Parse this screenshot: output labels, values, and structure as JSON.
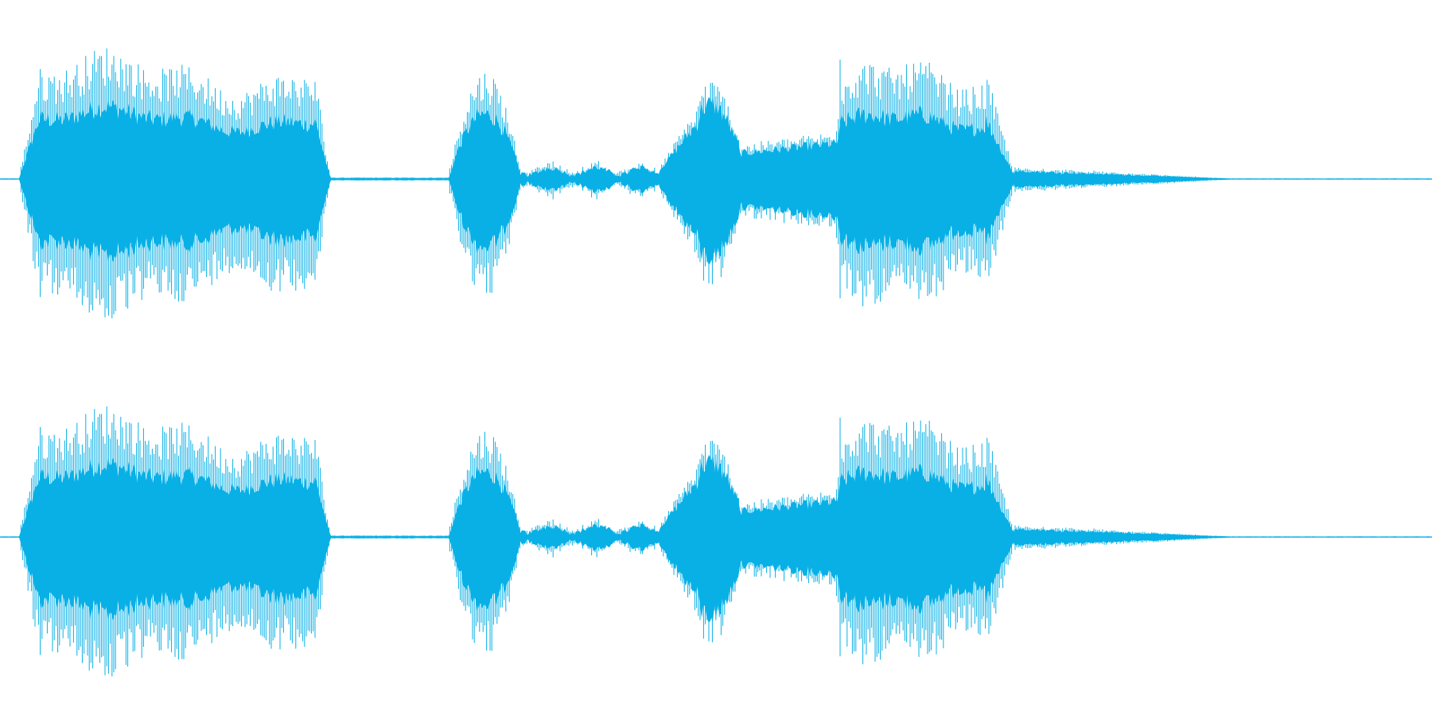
{
  "waveform": {
    "color": "#08b0e6",
    "channel_count": 2,
    "channels": [
      "channel-1",
      "channel-2"
    ],
    "segments": [
      {
        "name": "burst-1",
        "start_frac": 0.013,
        "end_frac": 0.231
      },
      {
        "name": "burst-2",
        "start_frac": 0.315,
        "end_frac": 0.364
      },
      {
        "name": "burst-3",
        "start_frac": 0.364,
        "end_frac": 0.466
      },
      {
        "name": "burst-4",
        "start_frac": 0.466,
        "end_frac": 0.71
      },
      {
        "name": "tail",
        "start_frac": 0.71,
        "end_frac": 0.86
      }
    ]
  }
}
